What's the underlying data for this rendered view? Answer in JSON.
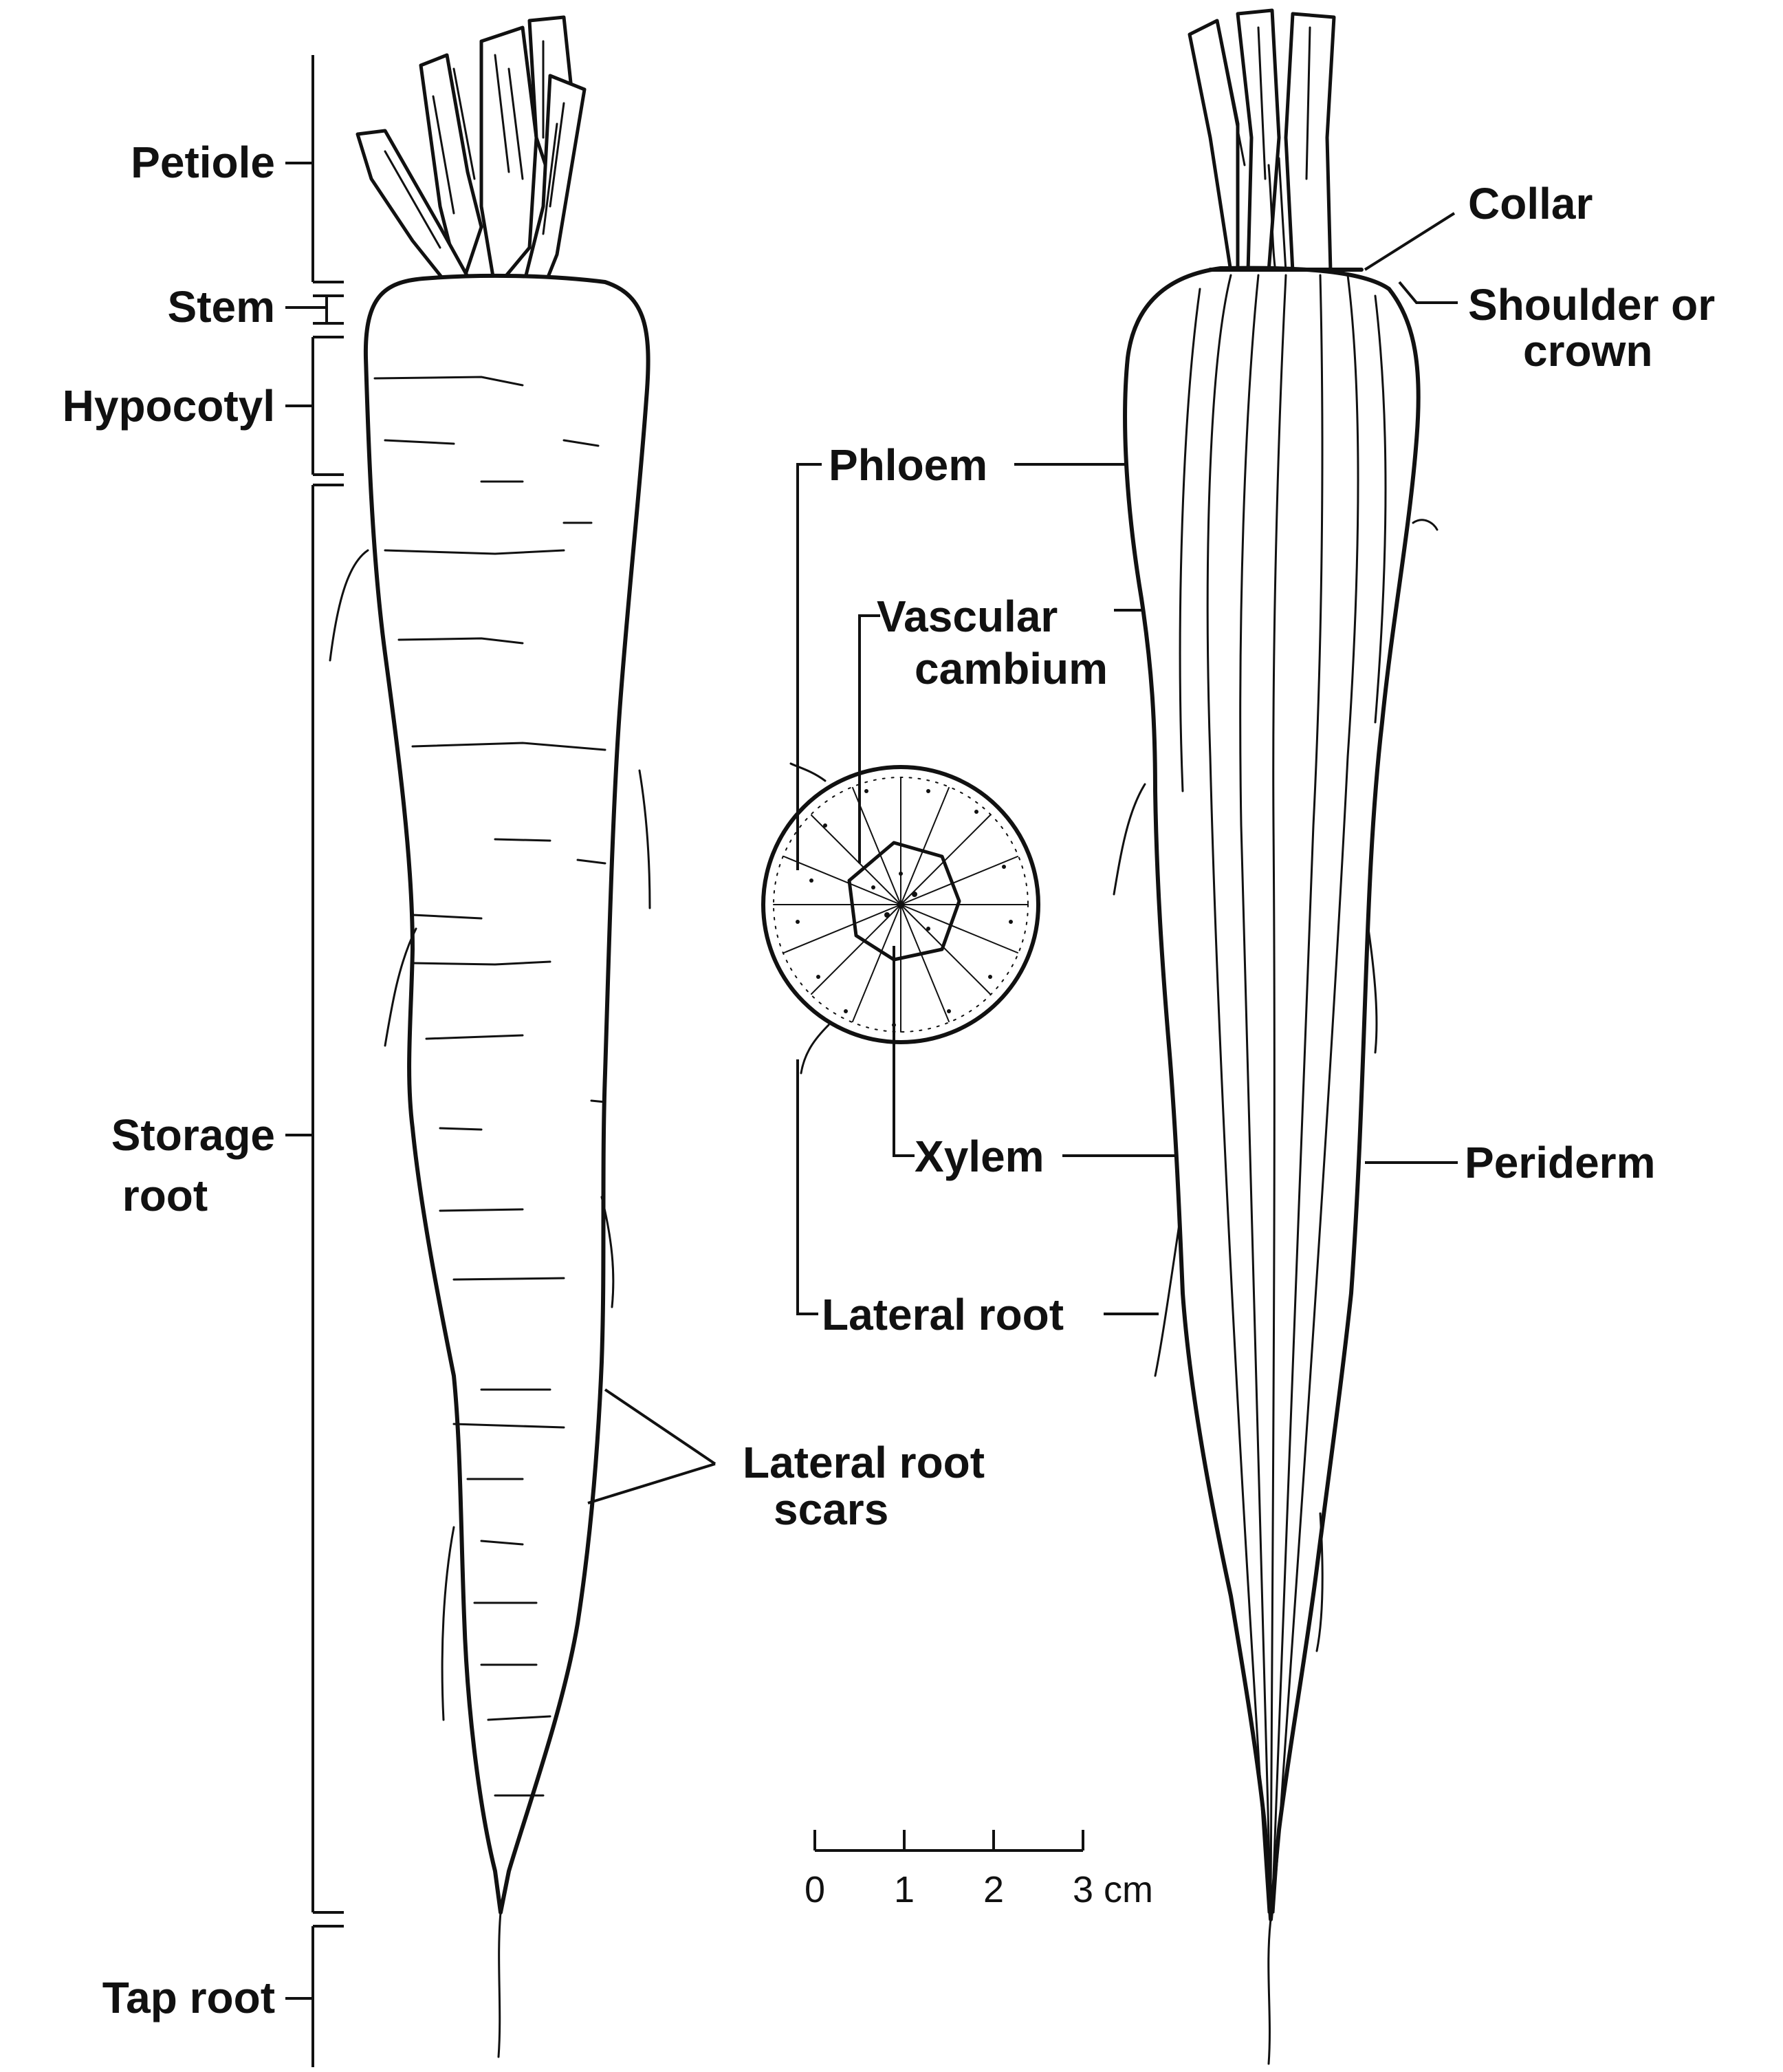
{
  "labels": {
    "left": {
      "petiole": "Petiole",
      "stem": "Stem",
      "hypocotyl": "Hypocotyl",
      "storage_root_line1": "Storage",
      "storage_root_line2": "root",
      "tap_root": "Tap root"
    },
    "center": {
      "phloem": "Phloem",
      "vascular_cambium_line1": "Vascular",
      "vascular_cambium_line2": "cambium",
      "xylem": "Xylem",
      "lateral_root": "Lateral root",
      "lateral_root_scars_line1": "Lateral root",
      "lateral_root_scars_line2": "scars"
    },
    "right": {
      "collar": "Collar",
      "shoulder_line1": "Shoulder or",
      "shoulder_line2": "crown",
      "periderm": "Periderm"
    }
  },
  "scale_bar": {
    "ticks": [
      "0",
      "1",
      "2",
      "3"
    ],
    "unit": "cm"
  },
  "colors": {
    "ink": "#111111",
    "background": "#ffffff"
  }
}
